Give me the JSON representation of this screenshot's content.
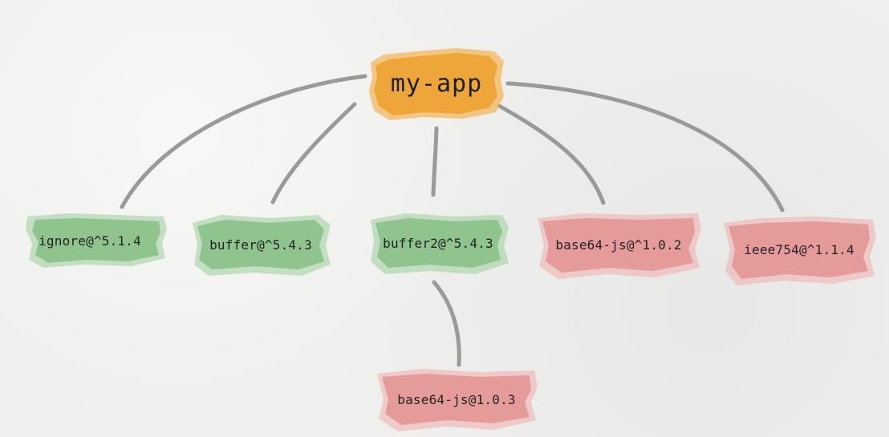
{
  "diagram": {
    "root": {
      "label": "my-app",
      "color": "#eea63a"
    },
    "children": [
      {
        "label": "ignore@^5.1.4",
        "color": "#8fc48e"
      },
      {
        "label": "buffer@^5.4.3",
        "color": "#8fc48e"
      },
      {
        "label": "buffer2@^5.4.3",
        "color": "#8fc48e"
      },
      {
        "label": "base64-js@^1.0.2",
        "color": "#e69b9b"
      },
      {
        "label": "ieee754@^1.1.4",
        "color": "#e69b9b"
      }
    ],
    "grandchildren": [
      {
        "parent": "buffer2@^5.4.3",
        "label": "base64-js@1.0.3",
        "color": "#e69b9b"
      }
    ]
  }
}
